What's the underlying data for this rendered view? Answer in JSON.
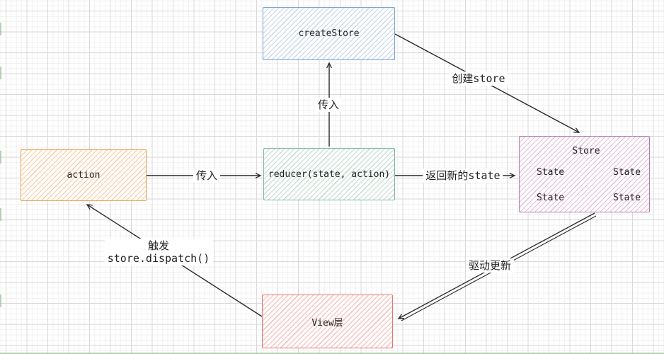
{
  "diagram": {
    "nodes": {
      "createStore": {
        "label": "createStore",
        "border_color": "#7da3d6",
        "hatch_color": "#c3d5ec"
      },
      "action": {
        "label": "action",
        "border_color": "#eda04f",
        "hatch_color": "#f6cba0"
      },
      "reducer": {
        "label": "reducer(state, action)",
        "border_color": "#7fb3a3",
        "hatch_color": "#bedbd2"
      },
      "store": {
        "title": "Store",
        "state_labels": [
          "State",
          "State",
          "State",
          "State"
        ],
        "border_color": "#b07ab0",
        "hatch_color": "#e0bede"
      },
      "view": {
        "label": "View层",
        "border_color": "#e97272",
        "hatch_color": "#f6b8b8"
      }
    },
    "edges": {
      "action_to_reducer": {
        "label": "传入"
      },
      "reducer_to_createstore": {
        "label": "传入"
      },
      "createstore_to_store": {
        "label": "创建store"
      },
      "reducer_to_store": {
        "label": "返回新的state"
      },
      "store_to_view": {
        "label": "驱动更新"
      },
      "view_to_action": {
        "label_line1": "触发",
        "label_line2": "store.dispatch()"
      }
    },
    "line_color": "#2a2a2a"
  }
}
